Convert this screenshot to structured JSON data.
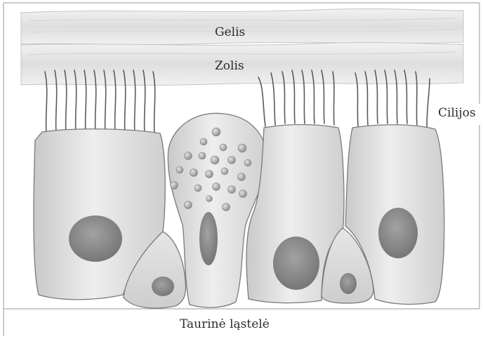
{
  "labels": {
    "gel": "Gelis",
    "sol": "Zolis",
    "cilia": "Cilijos",
    "goblet_cell": "Taurinė ląstelė"
  },
  "colors": {
    "cell_fill": "#dcdcdc",
    "cell_stroke": "#7a7a7a",
    "nucleus": "#8d8d8d",
    "mucus_band": "#e8e8e8",
    "granule": "#a9a9a9",
    "frame": "#9a9a9a"
  }
}
